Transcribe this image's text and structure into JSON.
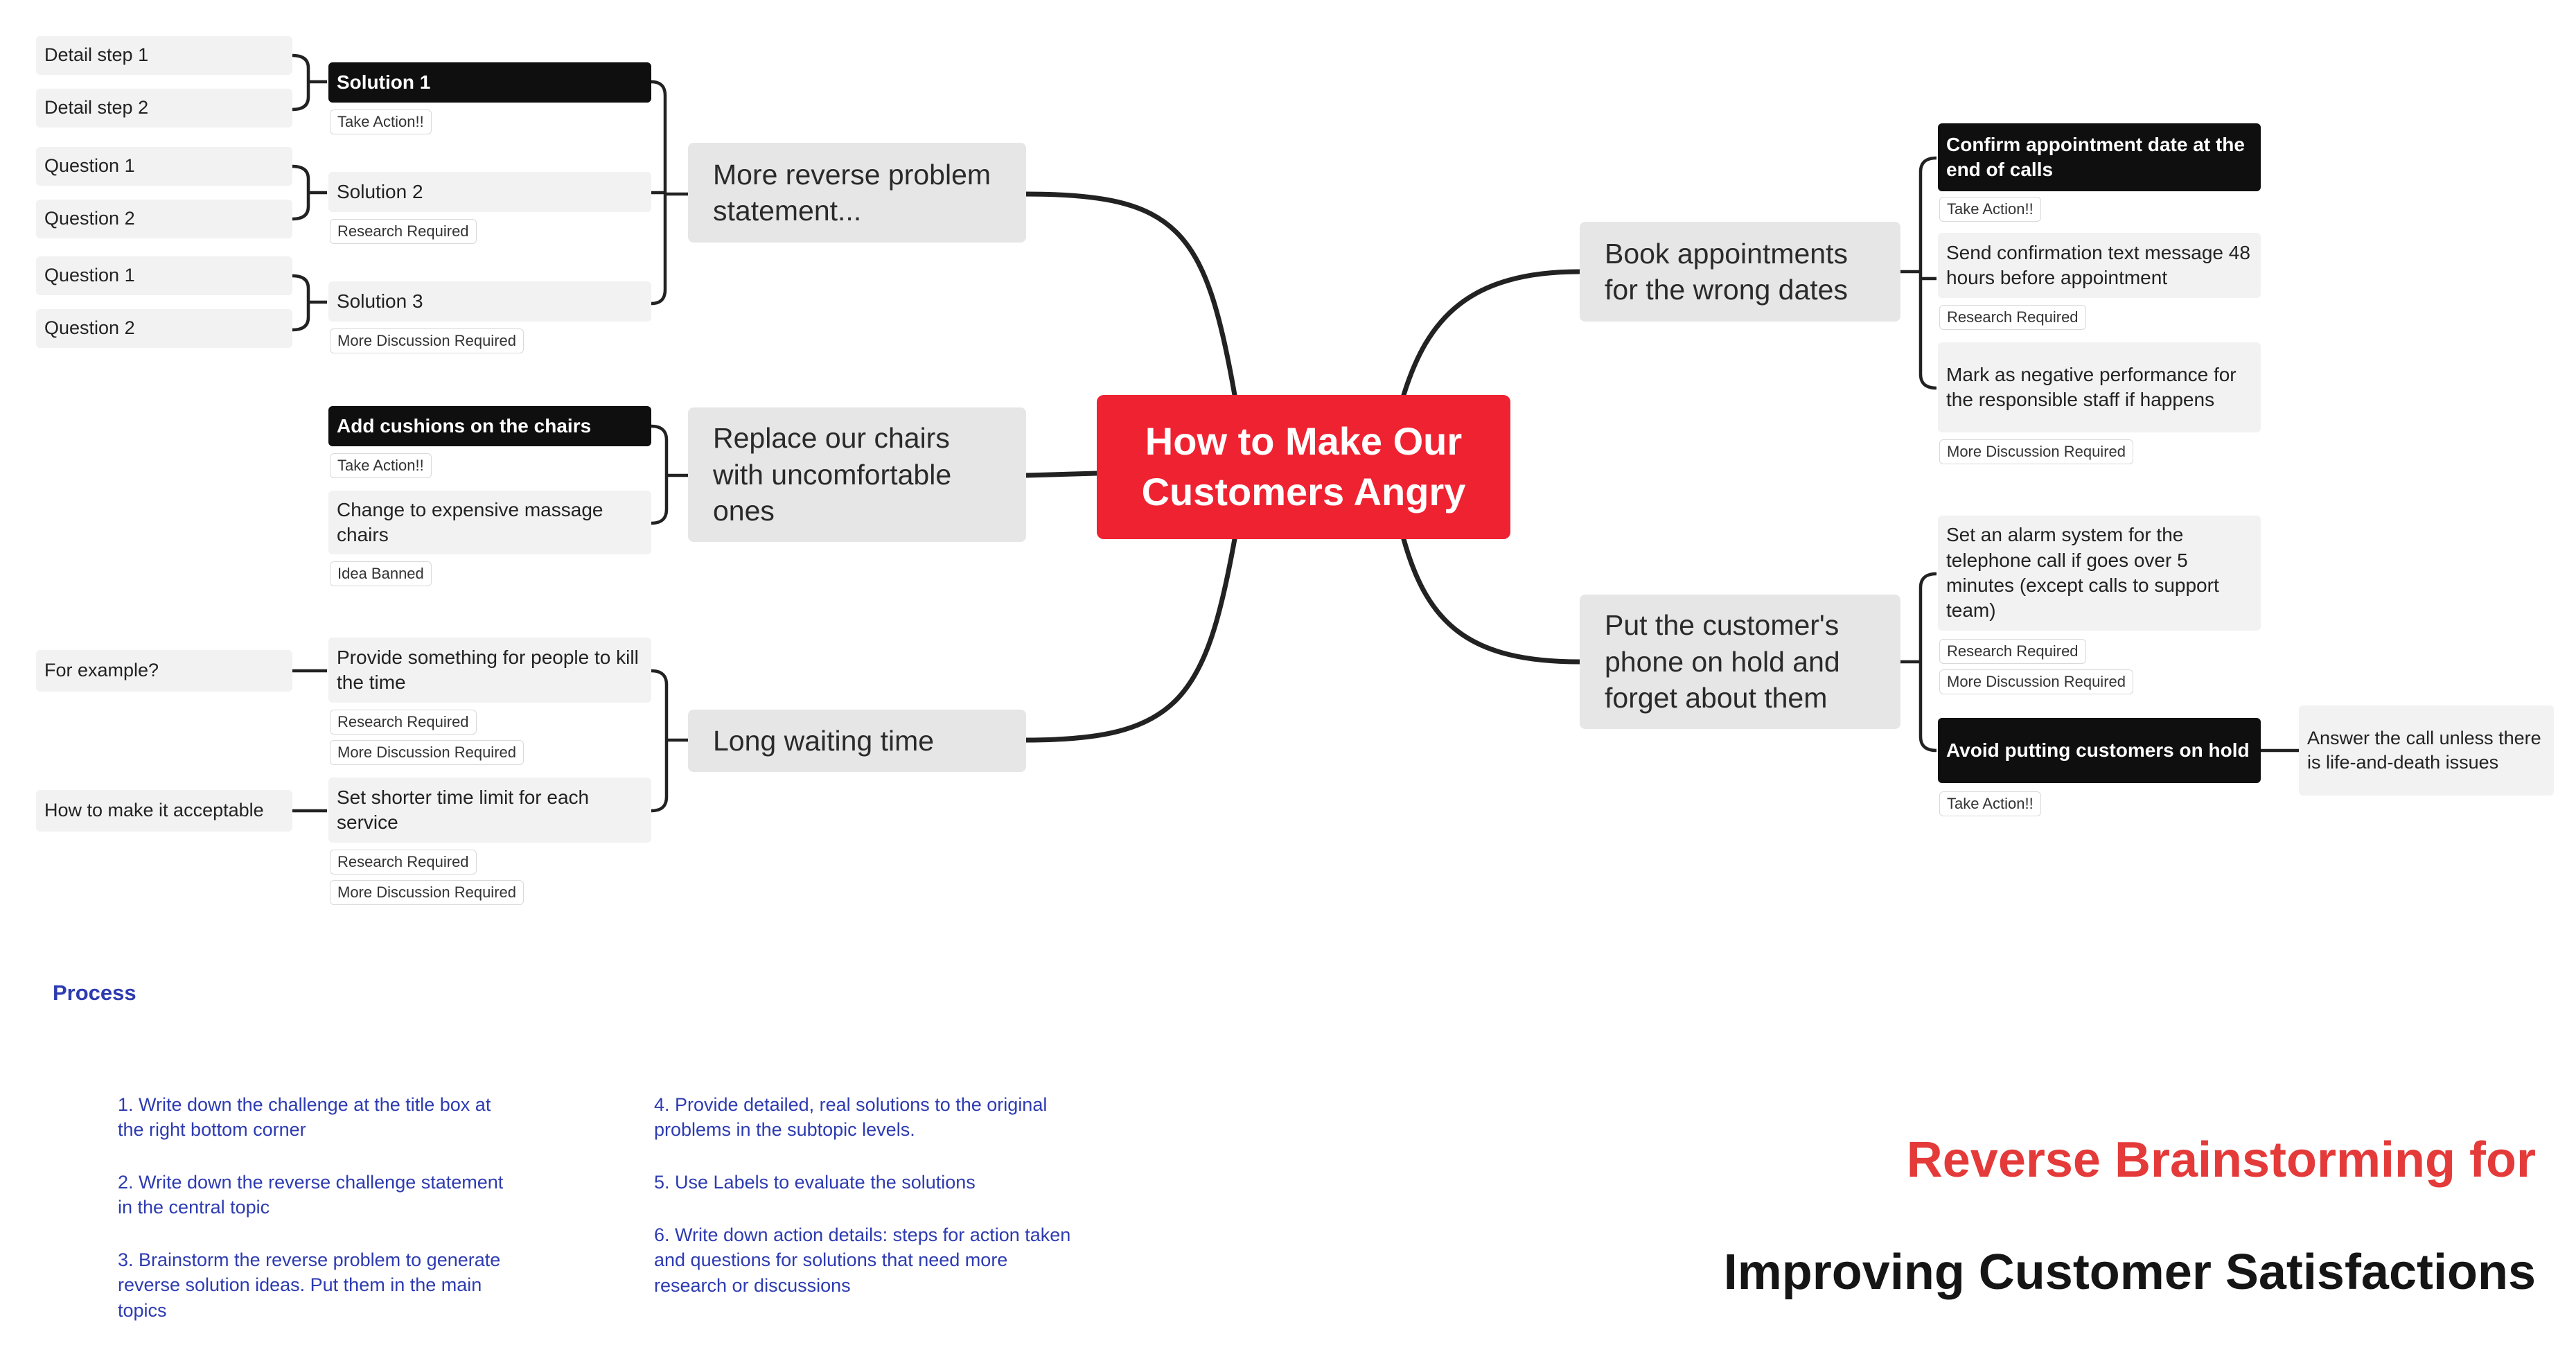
{
  "central": "How to Make Our Customers Angry",
  "left": [
    {
      "topic": "More reverse problem statement...",
      "solutions": [
        {
          "label": "Solution 1",
          "tags": [
            "Take Action!!"
          ],
          "details": [
            "Detail step 1",
            "Detail step 2"
          ]
        },
        {
          "label": "Solution 2",
          "tags": [
            "Research Required"
          ],
          "details": [
            "Question 1",
            "Question 2"
          ]
        },
        {
          "label": "Solution 3",
          "tags": [
            "More Discussion Required"
          ],
          "details": [
            "Question 1",
            "Question 2"
          ]
        }
      ]
    },
    {
      "topic": "Replace our chairs with uncomfortable ones",
      "solutions": [
        {
          "label": "Add cushions on the chairs",
          "tags": [
            "Take Action!!"
          ]
        },
        {
          "label": "Change to expensive massage chairs",
          "tags": [
            "Idea Banned"
          ]
        }
      ]
    },
    {
      "topic": "Long waiting time",
      "solutions": [
        {
          "label": "Provide something for people to kill the time",
          "tags": [
            "Research Required",
            "More Discussion Required"
          ],
          "details": [
            "For example?"
          ]
        },
        {
          "label": "Set shorter time limit for each service",
          "tags": [
            "Research Required",
            "More Discussion Required"
          ],
          "details": [
            "How to make it acceptable"
          ]
        }
      ]
    }
  ],
  "right": [
    {
      "topic": "Book appointments for the wrong dates",
      "solutions": [
        {
          "label": "Confirm appointment date at the end of calls",
          "tags": [
            "Take Action!!"
          ]
        },
        {
          "label": "Send confirmation text message 48 hours before appointment",
          "tags": [
            "Research Required"
          ]
        },
        {
          "label": "Mark as negative performance for the responsible staff if happens",
          "tags": [
            "More Discussion Required"
          ]
        }
      ]
    },
    {
      "topic": "Put the customer's phone on hold and forget about them",
      "solutions": [
        {
          "label": "Set an alarm system for the telephone call if goes over 5 minutes (except calls to support team)",
          "tags": [
            "Research Required",
            "More Discussion Required"
          ]
        },
        {
          "label": "Avoid putting customers on hold",
          "tags": [
            "Take Action!!"
          ],
          "details": [
            "Answer the call unless there is life-and-death issues"
          ]
        }
      ]
    }
  ],
  "process": {
    "title": "Process",
    "steps": [
      "1. Write down the challenge at the title box at the right bottom corner",
      "2. Write down the reverse challenge statement in the central topic",
      "3. Brainstorm the reverse problem to generate reverse solution ideas. Put them in the main topics",
      "4. Provide detailed, real solutions to the original problems in the subtopic levels.",
      "5. Use Labels to evaluate the solutions",
      "6. Write down action details: steps for action taken and questions for solutions that need more research or discussions"
    ]
  },
  "title": {
    "line1": "Reverse Brainstorming for",
    "line2": "Improving Customer Satisfactions"
  },
  "colors": {
    "central": "#ef2231",
    "main_topic": "#e6e6e6",
    "subtopic": "#f2f2f2",
    "highlight": "#0f0f0f",
    "process_text": "#2d3bb0",
    "title_accent": "#e43a3a"
  }
}
